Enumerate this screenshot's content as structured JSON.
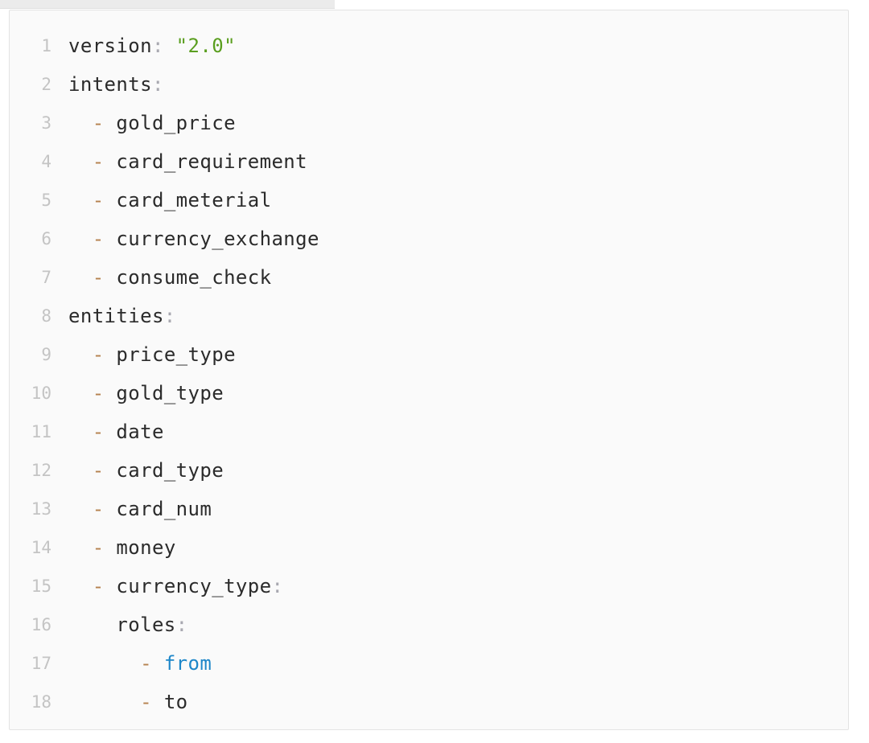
{
  "editor": {
    "language": "yaml",
    "background_color": "#fafafa",
    "border_color": "#e3e3e3",
    "gutter_color": "#c4c4c4",
    "syntax_colors": {
      "key": "#2b2b2b",
      "colon": "#a8a8b0",
      "dash": "#b5824f",
      "string": "#5a9e1f",
      "keyword": "#1e87c9",
      "plain": "#2b2b2b"
    },
    "first_line_number": 1,
    "last_line_number": 18,
    "total_lines": 18,
    "lines": [
      {
        "number": "1",
        "indent": "",
        "key": "version",
        "colon": ":",
        "value": "\"2.0\"",
        "value_type": "string"
      },
      {
        "number": "2",
        "indent": "",
        "key": "intents",
        "colon": ":",
        "value": "",
        "value_type": "none"
      },
      {
        "number": "3",
        "indent": "  ",
        "dash": "-",
        "value": "gold_price",
        "value_type": "plain"
      },
      {
        "number": "4",
        "indent": "  ",
        "dash": "-",
        "value": "card_requirement",
        "value_type": "plain"
      },
      {
        "number": "5",
        "indent": "  ",
        "dash": "-",
        "value": "card_meterial",
        "value_type": "plain"
      },
      {
        "number": "6",
        "indent": "  ",
        "dash": "-",
        "value": "currency_exchange",
        "value_type": "plain"
      },
      {
        "number": "7",
        "indent": "  ",
        "dash": "-",
        "value": "consume_check",
        "value_type": "plain"
      },
      {
        "number": "8",
        "indent": "",
        "key": "entities",
        "colon": ":",
        "value": "",
        "value_type": "none"
      },
      {
        "number": "9",
        "indent": "  ",
        "dash": "-",
        "value": "price_type",
        "value_type": "plain"
      },
      {
        "number": "10",
        "indent": "  ",
        "dash": "-",
        "value": "gold_type",
        "value_type": "plain"
      },
      {
        "number": "11",
        "indent": "  ",
        "dash": "-",
        "value": "date",
        "value_type": "plain"
      },
      {
        "number": "12",
        "indent": "  ",
        "dash": "-",
        "value": "card_type",
        "value_type": "plain"
      },
      {
        "number": "13",
        "indent": "  ",
        "dash": "-",
        "value": "card_num",
        "value_type": "plain"
      },
      {
        "number": "14",
        "indent": "  ",
        "dash": "-",
        "value": "money",
        "value_type": "plain"
      },
      {
        "number": "15",
        "indent": "  ",
        "dash": "-",
        "key": "currency_type",
        "colon": ":",
        "value": "",
        "value_type": "none"
      },
      {
        "number": "16",
        "indent": "    ",
        "key": "roles",
        "colon": ":",
        "value": "",
        "value_type": "none"
      },
      {
        "number": "17",
        "indent": "      ",
        "dash": "-",
        "value": "from",
        "value_type": "keyword"
      },
      {
        "number": "18",
        "indent": "      ",
        "dash": "-",
        "value": "to",
        "value_type": "plain"
      }
    ]
  }
}
